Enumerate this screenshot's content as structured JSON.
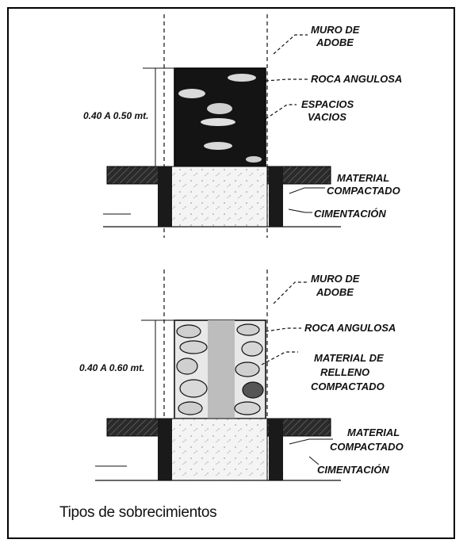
{
  "figure_1": {
    "wall_label_line1": "MURO DE",
    "wall_label_line2": "ADOBE",
    "rock_label": "ROCA ANGULOSA",
    "voids_label_line1": "ESPACIOS",
    "voids_label_line2": "VACIOS",
    "dimension_label": "0.40 A 0.50 mt.",
    "compacted_label_line1": "MATERIAL",
    "compacted_label_line2": "COMPACTADO",
    "foundation_label": "CIMENTACIÓN"
  },
  "figure_2": {
    "wall_label_line1": "MURO DE",
    "wall_label_line2": "ADOBE",
    "rock_label": "ROCA ANGULOSA",
    "fill_label_line1": "MATERIAL DE",
    "fill_label_line2": "RELLENO",
    "fill_label_line3": "COMPACTADO",
    "dimension_label": "0.40 A 0.60 mt.",
    "compacted_label_line1": "MATERIAL",
    "compacted_label_line2": "COMPACTADO",
    "foundation_label": "CIMENTACIÓN"
  },
  "caption": "Tipos de sobrecimientos",
  "colors": {
    "ink": "#111111",
    "fill_dark": "#1a1a1a",
    "rock": "#d9d9d9",
    "soil": "#f4f4f4"
  }
}
